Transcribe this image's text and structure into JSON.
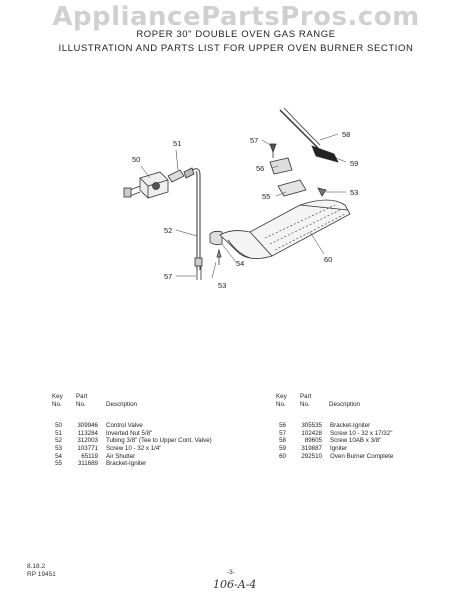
{
  "watermark": "AppliancePartsPros.com",
  "title": {
    "line1": "ROPER 30\" DOUBLE OVEN GAS RANGE",
    "line2": "ILLUSTRATION AND PARTS LIST FOR UPPER OVEN BURNER SECTION"
  },
  "diagram": {
    "callouts": [
      "50",
      "51",
      "52",
      "53",
      "54",
      "55",
      "56",
      "57",
      "58",
      "59",
      "60",
      "57",
      "53"
    ]
  },
  "parts_table": {
    "headers": {
      "key_line1": "Key",
      "key_line2": "No.",
      "part_line1": "Part",
      "part_line2": "No.",
      "description": "Description"
    },
    "left": [
      {
        "key": "50",
        "part": "309946",
        "description": "Control Valve"
      },
      {
        "key": "51",
        "part": "113284",
        "description": "Inverted Nut 5/8\""
      },
      {
        "key": "52",
        "part": "312003",
        "description": "Tubing 3/8\" (Tee to Upper Cont. Valve)"
      },
      {
        "key": "53",
        "part": "103771",
        "description": "Screw 10 - 32 x 1/4\""
      },
      {
        "key": "54",
        "part": "65119",
        "description": "Air Shutter"
      },
      {
        "key": "55",
        "part": "311689",
        "description": "Bracket-Igniter"
      }
    ],
    "right": [
      {
        "key": "56",
        "part": "305535",
        "description": "Bracket-Igniter"
      },
      {
        "key": "57",
        "part": "102428",
        "description": "Screw 10 - 32 x 17/32\""
      },
      {
        "key": "58",
        "part": "89605",
        "description": "Screw 10AB x 3/8\""
      },
      {
        "key": "59",
        "part": "319887",
        "description": "Igniter"
      },
      {
        "key": "60",
        "part": "292510",
        "description": "Oven Burner Complete"
      }
    ]
  },
  "footer": {
    "date": "8.18.2",
    "rp_number": "RP 19451",
    "page": "-3-",
    "handwritten": "106-A-4"
  }
}
